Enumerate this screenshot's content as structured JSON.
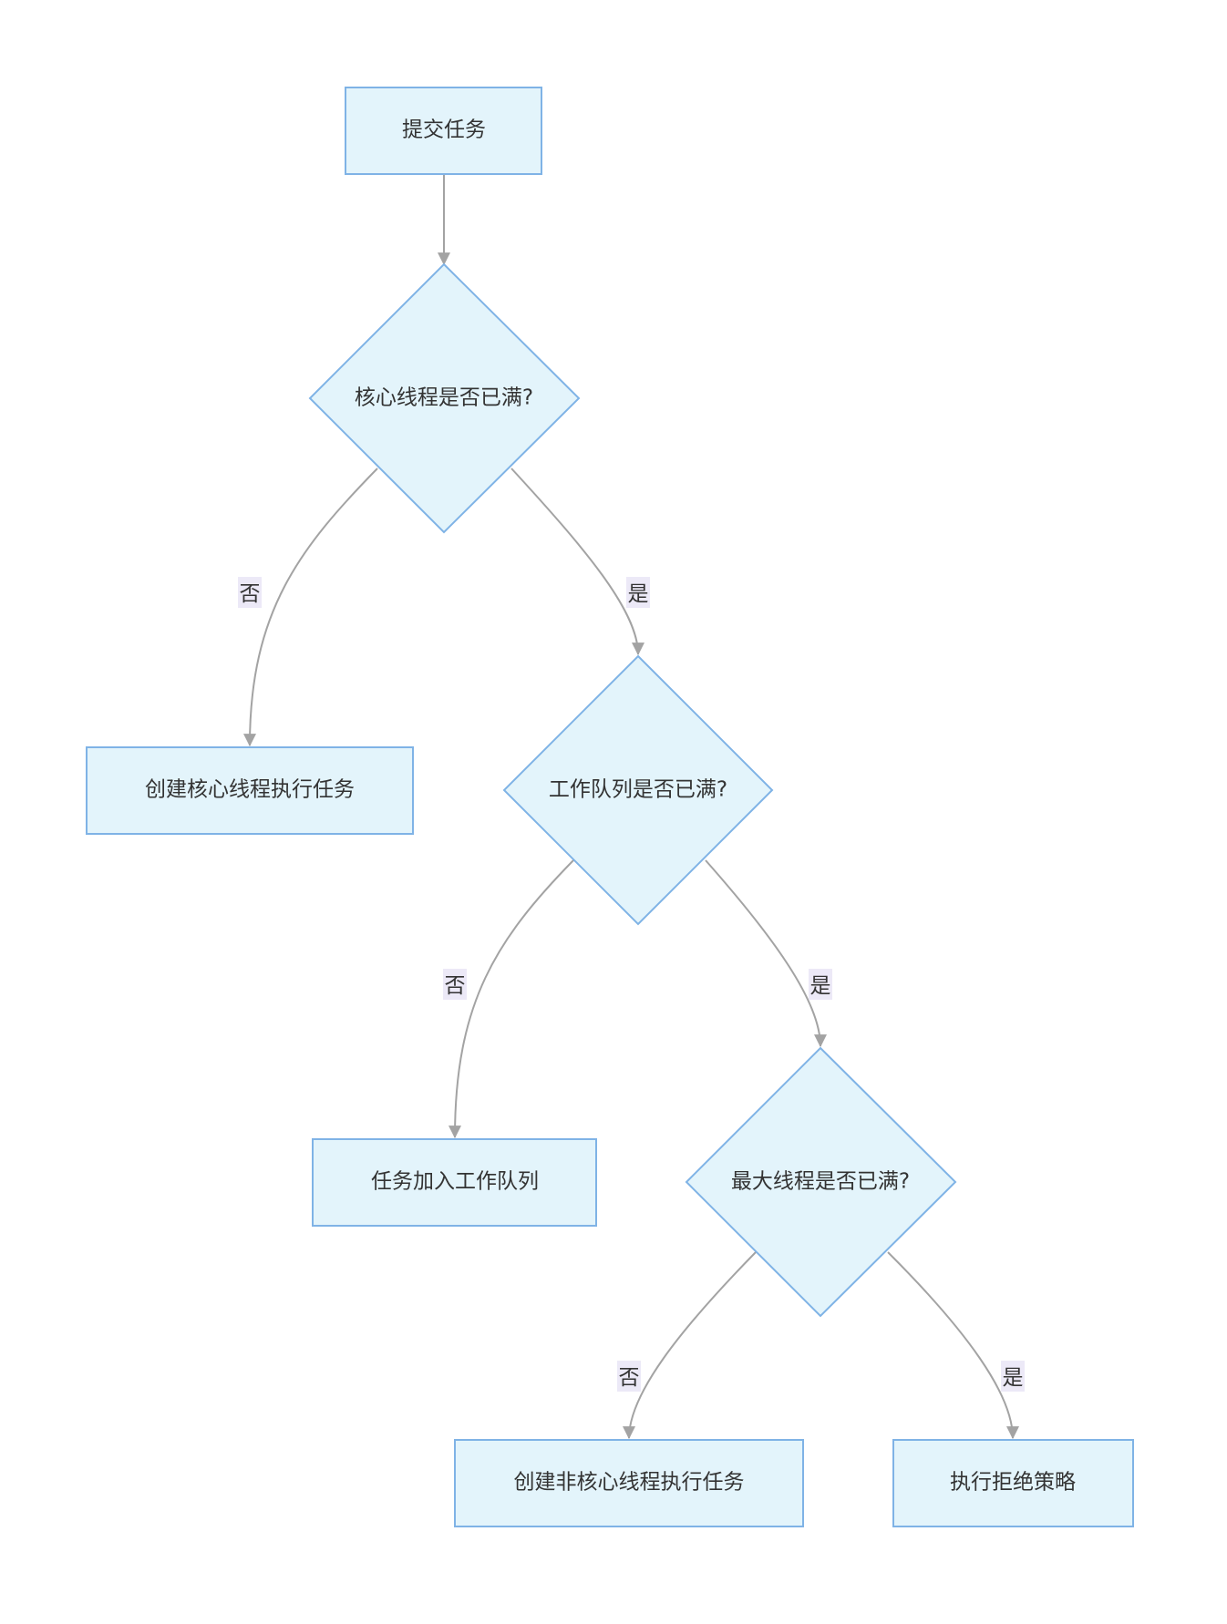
{
  "diagram": {
    "nodes": {
      "submit": "提交任务",
      "core_full": "核心线程是否已满?",
      "create_core": "创建核心线程执行任务",
      "queue_full": "工作队列是否已满?",
      "add_queue": "任务加入工作队列",
      "max_full": "最大线程是否已满?",
      "create_noncore": "创建非核心线程执行任务",
      "reject": "执行拒绝策略"
    },
    "edges": {
      "core_no": "否",
      "core_yes": "是",
      "queue_no": "否",
      "queue_yes": "是",
      "max_no": "否",
      "max_yes": "是"
    }
  },
  "colors": {
    "node_fill": "#e3f4fb",
    "node_stroke": "#7fb3e6",
    "edge": "#a3a3a3",
    "label_bg": "#ece9f7",
    "text": "#333333"
  }
}
